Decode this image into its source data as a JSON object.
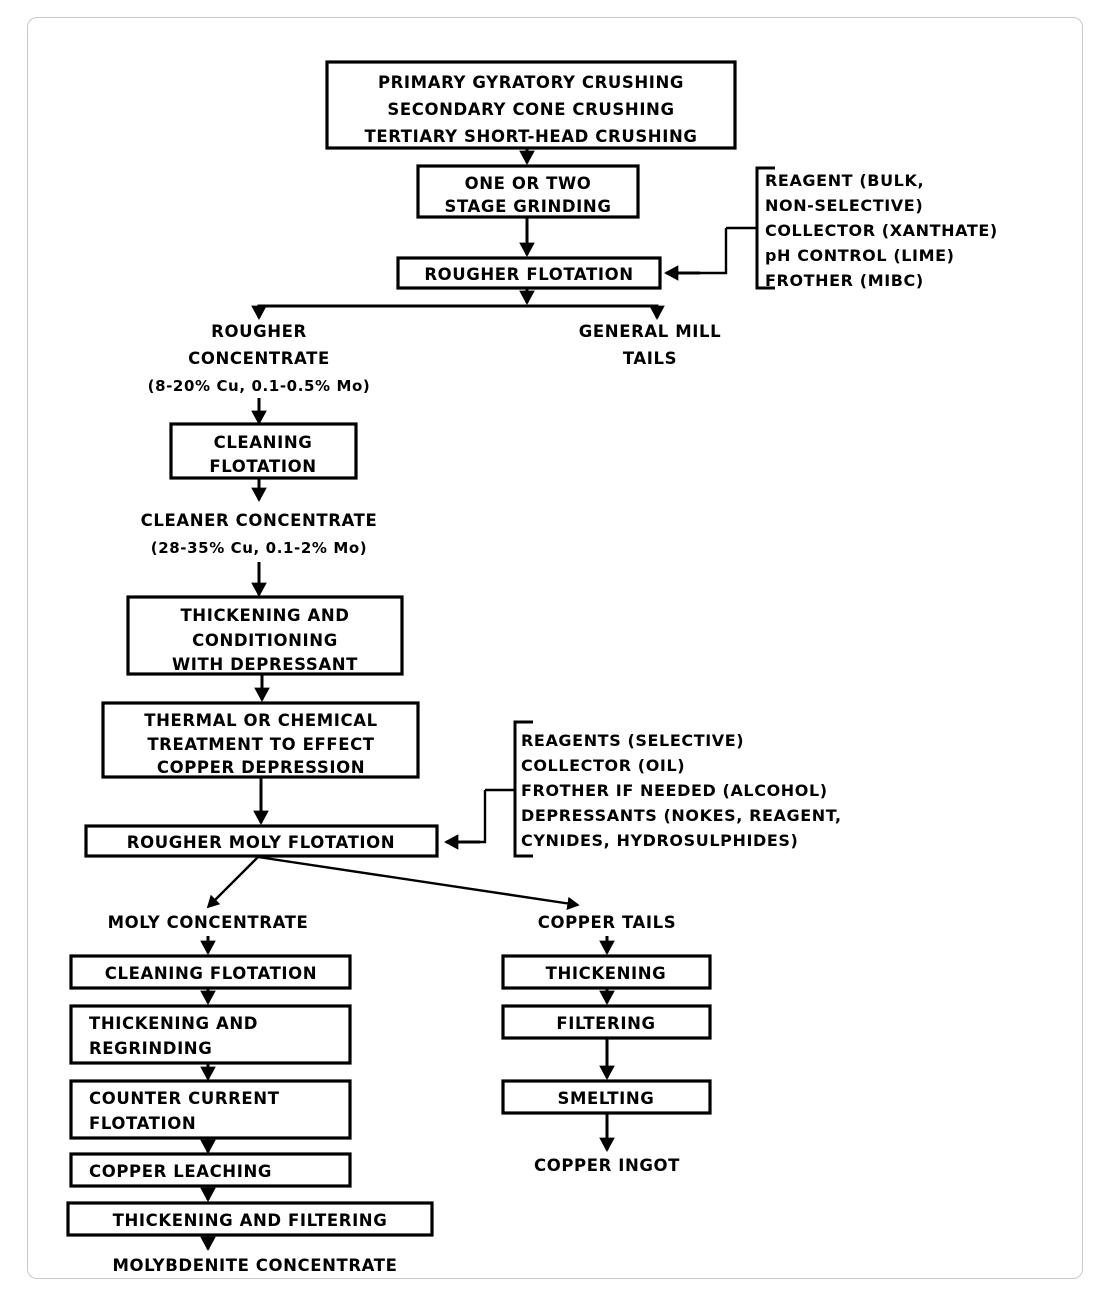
{
  "diagram": {
    "title": "Copper-molybdenum flotation process flowsheet",
    "background_color": "#ffffff",
    "line_color": "#000000",
    "frame_color": "#c9c9c9"
  },
  "boxes": {
    "crushing": {
      "line1": "PRIMARY  GYRATORY  CRUSHING",
      "line2": "SECONDARY  CONE  CRUSHING",
      "line3": "TERTIARY  SHORT-HEAD  CRUSHING"
    },
    "grinding": {
      "line1": "ONE  OR  TWO",
      "line2": "STAGE  GRINDING"
    },
    "rougher_flotation": {
      "line1": "ROUGHER  FLOTATION"
    },
    "cleaning_flotation_1": {
      "line1": "CLEANING",
      "line2": "FLOTATION"
    },
    "thickening_conditioning": {
      "line1": "THICKENING  AND",
      "line2": "CONDITIONING",
      "line3": "WITH  DEPRESSANT"
    },
    "thermal_treatment": {
      "line1": "THERMAL  OR  CHEMICAL",
      "line2": "TREATMENT  TO  EFFECT",
      "line3": "COPPER  DEPRESSION"
    },
    "rougher_moly_flotation": {
      "line1": "ROUGHER  MOLY  FLOTATION"
    },
    "cleaning_flotation_2": {
      "line1": "CLEANING  FLOTATION"
    },
    "thickening_regrinding": {
      "line1": "THICKENING  AND",
      "line2": "REGRINDING"
    },
    "counter_current_flotation": {
      "line1": "COUNTER  CURRENT",
      "line2": "FLOTATION"
    },
    "copper_leaching": {
      "line1": "COPPER  LEACHING"
    },
    "thickening_filtering": {
      "line1": "THICKENING  AND  FILTERING"
    },
    "thickening": {
      "line1": "THICKENING"
    },
    "filtering": {
      "line1": "FILTERING"
    },
    "smelting": {
      "line1": "SMELTING"
    }
  },
  "stream_labels": {
    "rougher_concentrate": {
      "line1": "ROUGHER",
      "line2": "CONCENTRATE",
      "assay": "(8-20% Cu, 0.1-0.5% Mo)"
    },
    "general_mill_tails": {
      "line1": "GENERAL  MILL",
      "line2": "TAILS"
    },
    "cleaner_concentrate": {
      "line1": "CLEANER  CONCENTRATE",
      "assay": "(28-35% Cu, 0.1-2% Mo)"
    },
    "moly_concentrate": "MOLY CONCENTRATE",
    "copper_tails": "COPPER TAILS",
    "molybdenite_concentrate": "MOLYBDENITE  CONCENTRATE",
    "copper_ingot": "COPPER  INGOT"
  },
  "reagent_bulk": {
    "lines": [
      "REAGENT  (BULK,",
      "NON-SELECTIVE)",
      "COLLECTOR  (XANTHATE)",
      "pH  CONTROL  (LIME)",
      "FROTHER  (MIBC)"
    ]
  },
  "reagent_selective": {
    "lines": [
      "REAGENTS (SELECTIVE)",
      "COLLECTOR (OIL)",
      "FROTHER IF  NEEDED (ALCOHOL)",
      "DEPRESSANTS (NOKES,  REAGENT,",
      "CYNIDES,  HYDROSULPHIDES)"
    ]
  }
}
